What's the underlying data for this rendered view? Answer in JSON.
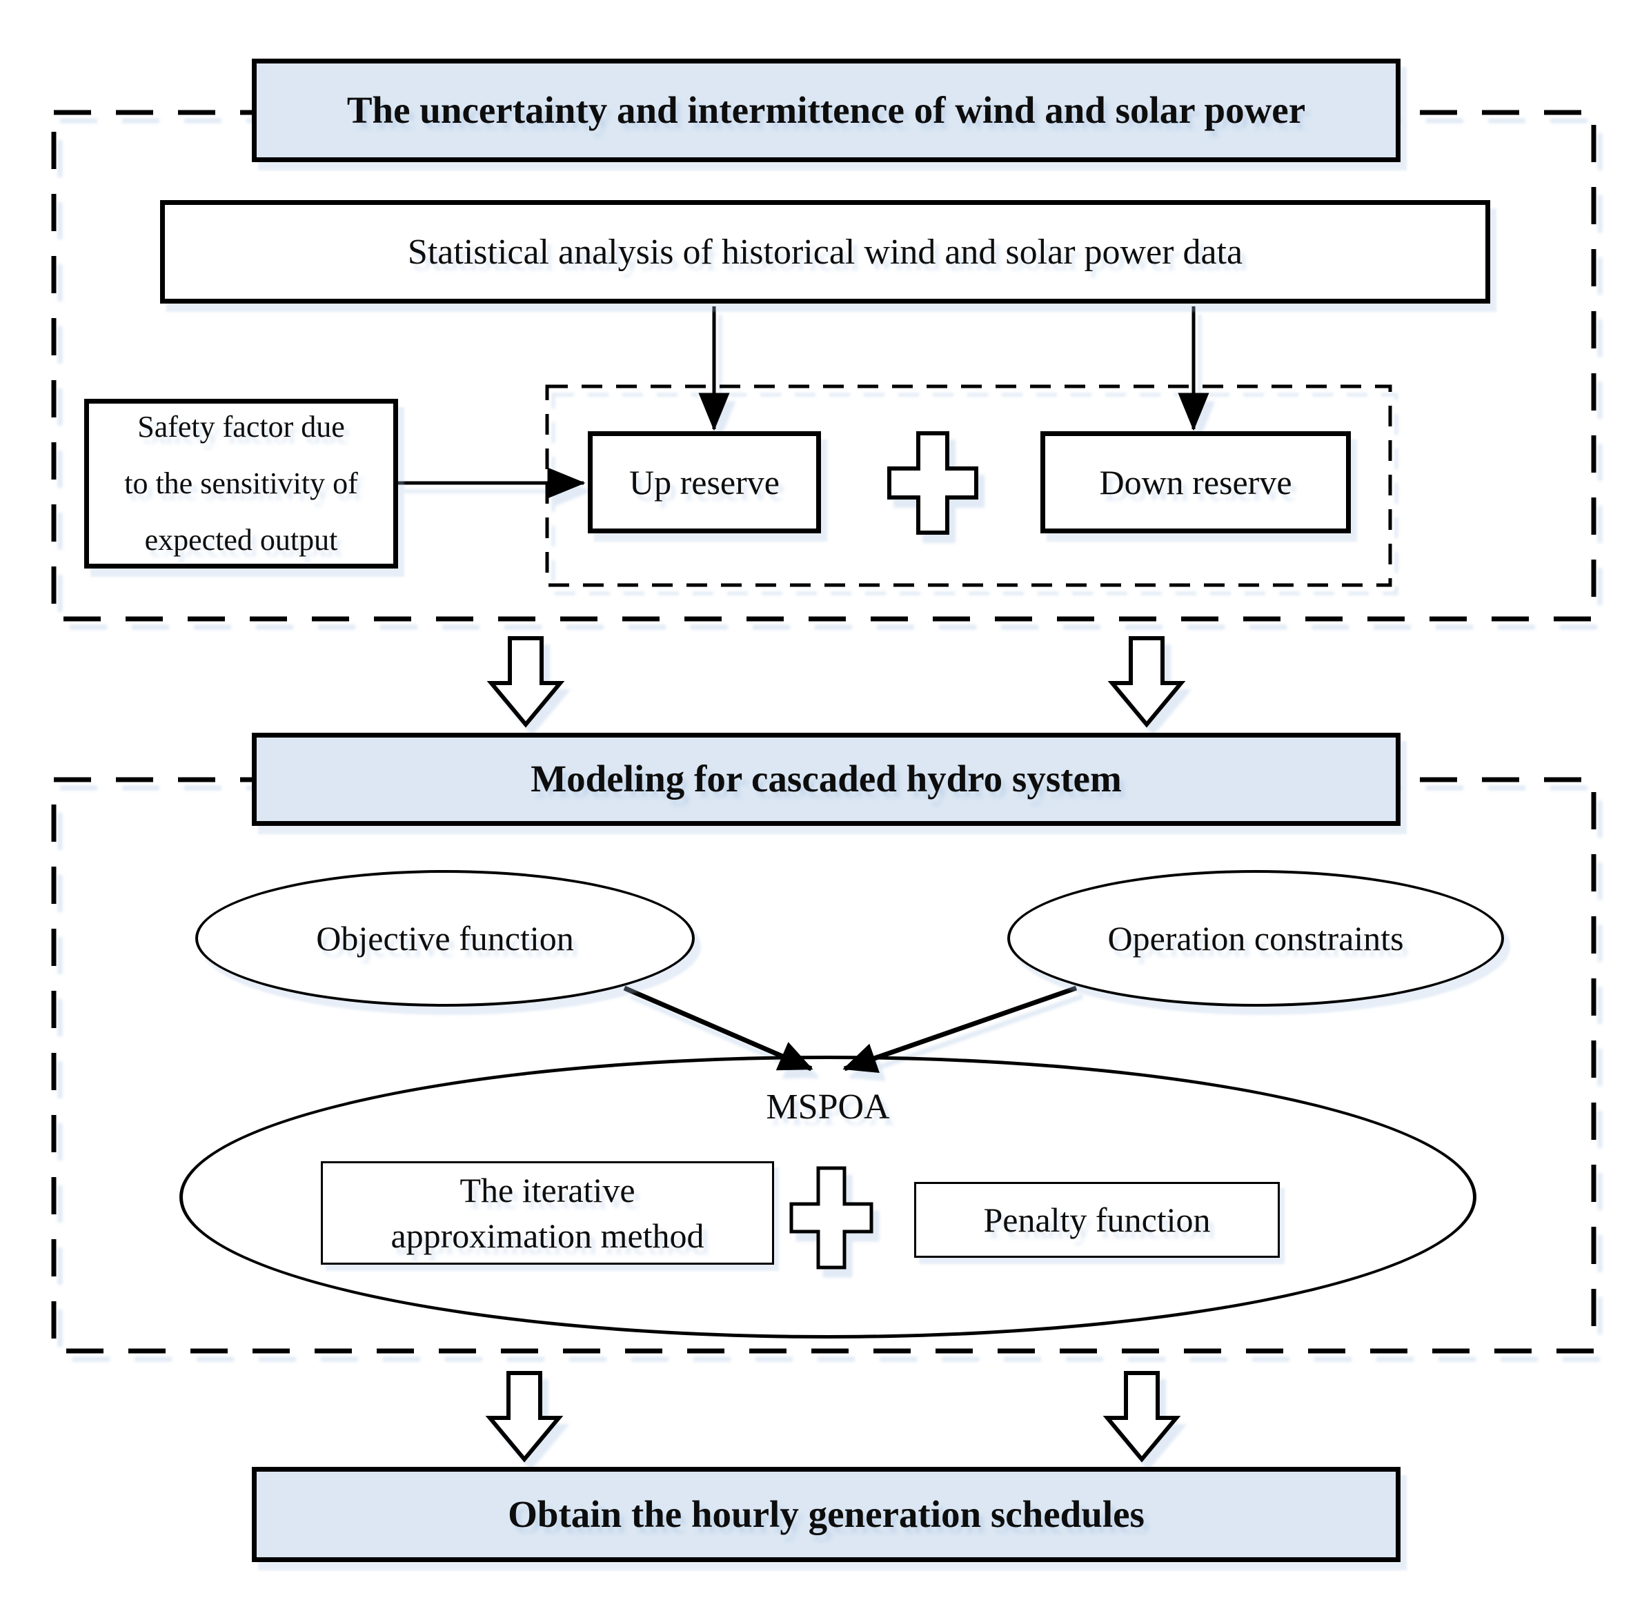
{
  "colors": {
    "header_fill": "#dce7f3",
    "line": "#000000",
    "ink": "#0d0d0d"
  },
  "top_section": {
    "header": "The uncertainty and intermittence of wind and solar power",
    "statistical_analysis": "Statistical analysis of historical wind and solar power data",
    "safety_factor": {
      "line1": "Safety factor due",
      "line2": "to the sensitivity of",
      "line3": "expected output"
    },
    "up_reserve": "Up reserve",
    "down_reserve": "Down reserve"
  },
  "middle_section": {
    "header": "Modeling for cascaded hydro system",
    "objective_function": "Objective function",
    "operation_constraints": "Operation constraints",
    "mspoa": "MSPOA",
    "iterative_method": {
      "line1": "The iterative",
      "line2": "approximation method"
    },
    "penalty_function": "Penalty function"
  },
  "bottom_section": {
    "header": "Obtain the hourly generation schedules"
  }
}
